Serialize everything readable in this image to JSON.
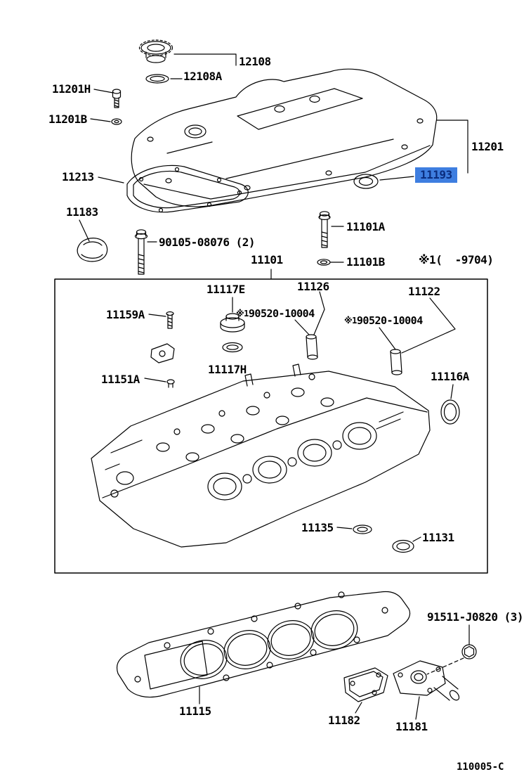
{
  "diagram": {
    "code": "110005-C",
    "footnote": "※1(  -9704)"
  },
  "colors": {
    "highlight_bg": "#3e7ee0",
    "highlight_text": "#0b2d7e",
    "line": "#000000"
  },
  "labels": {
    "p12108": {
      "text": "12108"
    },
    "p12108A": {
      "text": "12108A"
    },
    "p11201H": {
      "text": "11201H"
    },
    "p11201B": {
      "text": "11201B"
    },
    "p11201": {
      "text": "11201"
    },
    "p11193": {
      "text": "11193",
      "highlighted": true
    },
    "p11213": {
      "text": "11213"
    },
    "p11183": {
      "text": "11183"
    },
    "p90105": {
      "text": "90105-08076 (2)"
    },
    "p11101A": {
      "text": "11101A"
    },
    "p11101B": {
      "text": "11101B"
    },
    "p11101": {
      "text": "11101"
    },
    "p11117E": {
      "text": "11117E"
    },
    "p11126": {
      "text": "11126"
    },
    "p11122": {
      "text": "11122"
    },
    "p90520_1": {
      "prefix": "※1",
      "text": "90520-10004"
    },
    "p90520_2": {
      "prefix": "※1",
      "text": "90520-10004"
    },
    "p11159A": {
      "text": "11159A"
    },
    "p11117H": {
      "text": "11117H"
    },
    "p11151A": {
      "text": "11151A"
    },
    "p11116A": {
      "text": "11116A"
    },
    "p11135": {
      "text": "11135"
    },
    "p11131": {
      "text": "11131"
    },
    "p11115": {
      "text": "11115"
    },
    "p91511": {
      "text": "91511-J0820 (3)"
    },
    "p11182": {
      "text": "11182"
    },
    "p11181": {
      "text": "11181"
    }
  }
}
